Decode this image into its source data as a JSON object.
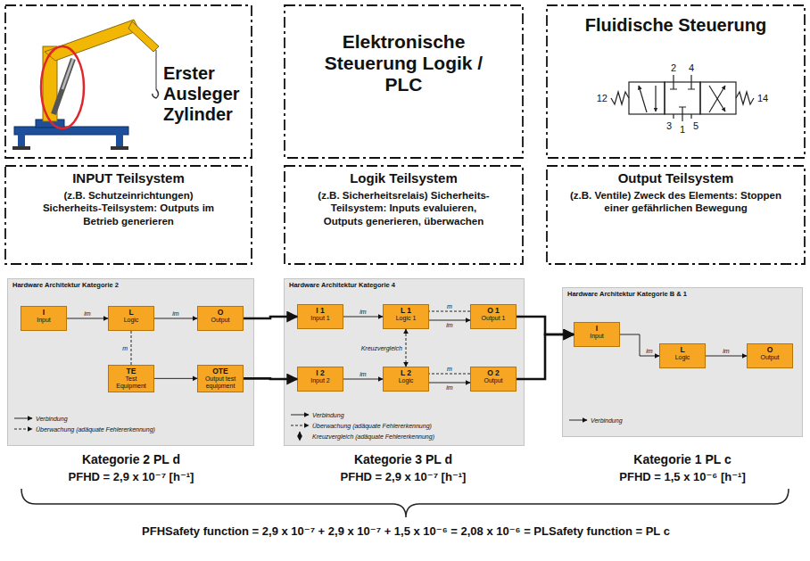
{
  "diagram": {
    "nodes": [
      {
        "text": [
          "Erster Ausleger Zylinder"
        ]
      },
      {
        "text": [
          "Elektronische Steuerung Logik / PLC"
        ]
      },
      {
        "text": [
          "Fluidische Steuerung"
        ]
      },
      {
        "text": [
          "INPUT Teilsystem",
          "(z.B. Schutzeinrichtungen) Sicherheits-Teilsystem: Outputs im Betrieb generieren"
        ]
      },
      {
        "text": [
          "Logik Teilsystem",
          "(z.B. Sicherheitsrelais) Sicherheits-Teilsystem: Inputs evaluieren, Outputs generieren, überwachen"
        ]
      },
      {
        "text": [
          "Output Teilsystem",
          "(z.B. Ventile) Zweck des Elements: Stoppen einer gefährlichen Bewegung"
        ]
      },
      {
        "text": [
          "Hardware Architektur Kategorie 2"
        ]
      },
      {
        "text": [
          "I",
          "Input"
        ],
        "in": 6
      },
      {
        "text": [
          "L",
          "Logic"
        ],
        "in": 6
      },
      {
        "text": [
          "O",
          "Output"
        ],
        "in": 6
      },
      {
        "text": [
          "TE",
          "Test Equipment"
        ],
        "in": 6
      },
      {
        "text": [
          "OTE",
          "Output test equipment"
        ],
        "in": 6
      },
      {
        "text": [
          "Hardware Architektur Kategorie 4"
        ]
      },
      {
        "text": [
          "I 1",
          "Input 1"
        ],
        "in": 12
      },
      {
        "text": [
          "L 1",
          "Logic 1"
        ],
        "in": 12
      },
      {
        "text": [
          "O 1",
          "Output 1"
        ],
        "in": 12
      },
      {
        "text": [
          "I 2",
          "Input 2"
        ],
        "in": 12
      },
      {
        "text": [
          "L 2",
          "Logic"
        ],
        "in": 12
      },
      {
        "text": [
          "O 2",
          "Output"
        ],
        "in": 12
      },
      {
        "text": [
          "Hardware Architektur Kategorie B & 1"
        ]
      },
      {
        "text": [
          "I",
          "Input"
        ],
        "in": 19
      },
      {
        "text": [
          "L",
          "Logic"
        ],
        "in": 19
      },
      {
        "text": [
          "O",
          "Output"
        ],
        "in": 19
      }
    ],
    "edges": [
      {
        "from": 7,
        "to": 8,
        "arrow": "to",
        "label": "im"
      },
      {
        "from": 8,
        "to": 9,
        "arrow": "to",
        "label": "im"
      },
      {
        "from": 8,
        "to": 10,
        "arrow": "none",
        "label": "m"
      },
      {
        "from": 10,
        "to": 11,
        "arrow": "to"
      },
      {
        "from": 9,
        "to": 13,
        "arrow": "to"
      },
      {
        "from": 11,
        "to": 16,
        "arrow": "to"
      },
      {
        "from": 13,
        "to": 14,
        "arrow": "to",
        "label": "im"
      },
      {
        "from": 14,
        "to": 15,
        "arrow": "to",
        "label": "im"
      },
      {
        "from": 16,
        "to": 17,
        "arrow": "to",
        "label": "im"
      },
      {
        "from": 17,
        "to": 18,
        "arrow": "to",
        "label": "im"
      },
      {
        "from": 15,
        "to": 14,
        "arrow": "none",
        "label": "m"
      },
      {
        "from": 18,
        "to": 17,
        "arrow": "none",
        "label": "m"
      },
      {
        "from": 14,
        "to": 17,
        "arrow": "both",
        "label": "Kreuzvergleich"
      },
      {
        "from": 15,
        "to": 20,
        "arrow": "to"
      },
      {
        "from": 18,
        "to": 20,
        "arrow": "to"
      },
      {
        "from": 20,
        "to": 21,
        "arrow": "to",
        "label": "im"
      },
      {
        "from": 21,
        "to": 22,
        "arrow": "to",
        "label": "im"
      }
    ],
    "labels": [
      "2",
      "4",
      "12",
      "14",
      "3",
      "5",
      "1",
      "Kategorie 2 PL d",
      "PFHD = 2,9 x 10⁻⁷ [h⁻¹]",
      "Kategorie 3 PL d",
      "PFHD = 2,9 x 10⁻⁷ [h⁻¹]",
      "Kategorie 1 PL c",
      "PFHD = 1,5 x 10⁻⁶ [h⁻¹]",
      "PFHSafety function = 2,9 x 10⁻⁷ + 2,9 x 10⁻⁷ + 1,5 x 10⁻⁶ = 2,08 x 10⁻⁶ = PLSafety function = PL c"
    ],
    "legend": [
      {
        "text": "Verbindung"
      },
      {
        "text": "Überwachung (adäquate Fehlererkennung)"
      },
      {
        "text": "Verbindung"
      },
      {
        "text": "Überwachung (adäquate Fehlererkennung)"
      },
      {
        "text": "Kreuzvergleich (adäquate Fehlererkennung)"
      },
      {
        "text": "Verbindung"
      }
    ]
  }
}
